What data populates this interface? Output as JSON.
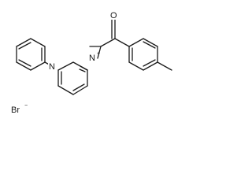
{
  "molecule": {
    "atoms": {
      "oxygen": {
        "symbol": "O",
        "color": "#e0262c"
      },
      "pyridine_nitrogen": {
        "symbol": "N",
        "color": "#2b2bd6"
      },
      "pyridinium_nitrogen": {
        "symbol": "N",
        "charge": "+",
        "color": "#2b2bd6"
      },
      "counter_ion": {
        "symbol": "Br",
        "charge": "−",
        "color": "#a02a16"
      }
    }
  }
}
